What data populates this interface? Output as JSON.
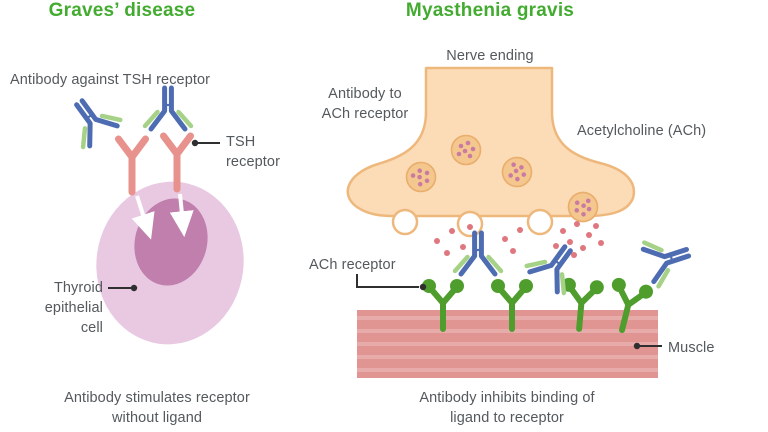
{
  "colors": {
    "title_green": "#44ab31",
    "label_gray": "#54595d",
    "antibody_blue": "#4d6cb2",
    "light_chain_green": "#a6d287",
    "tsh_receptor_pink": "#e8928d",
    "cell_body_pink": "#e8c9e1",
    "nucleus_mauve": "#c07fad",
    "nerve_peach_fill": "#fbdcb6",
    "nerve_peach_stroke": "#eeb87d",
    "vesicle_fill": "#f4c78e",
    "vesicle_dot": "#ca7ba1",
    "ach_dot": "#e0767e",
    "muscle_red": "#e19592",
    "ach_receptor_green": "#4f9e2d",
    "leader_line": "#2f2f2f",
    "arrow_white": "#ffffff"
  },
  "graves": {
    "title": "Graves’ disease",
    "antibody_label": "Antibody against TSH receptor",
    "receptor_label_lines": [
      "TSH",
      "receptor"
    ],
    "cell_label_lines": [
      "Thyroid",
      "epithelial",
      "cell"
    ],
    "caption_lines": [
      "Antibody stimulates receptor",
      "without ligand"
    ]
  },
  "myasthenia": {
    "title": "Myasthenia gravis",
    "nerve_label": "Nerve ending",
    "antibody_label_lines": [
      "Antibody to",
      "ACh receptor"
    ],
    "ach_label": "Acetylcholine (ACh)",
    "receptor_label": "ACh receptor",
    "muscle_label": "Muscle",
    "caption_lines": [
      "Antibody inhibits binding of",
      "ligand to receptor"
    ]
  }
}
